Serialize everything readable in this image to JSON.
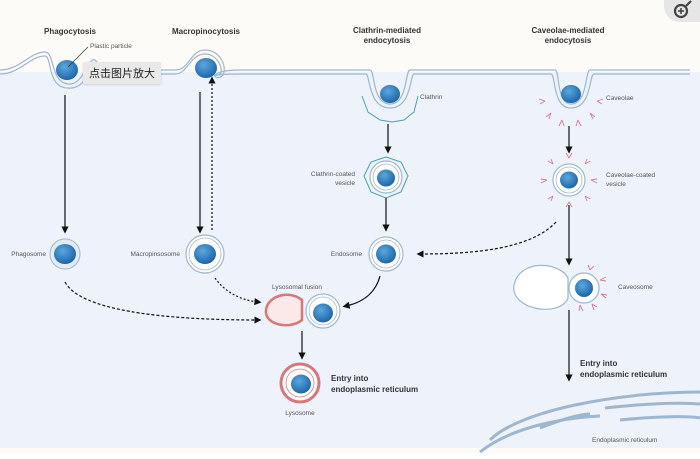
{
  "tooltip": "点击图片放大",
  "zoom_button": {
    "icon": "zoom-in-icon"
  },
  "titles": {
    "phagocytosis": "Phagocytosis",
    "macropinocytosis": "Macropinocytosis",
    "clathrin_1": "Clathrin-mediated",
    "clathrin_2": "endocytosis",
    "caveolae_1": "Caveolae-mediated",
    "caveolae_2": "endocytosis"
  },
  "labels": {
    "plastic_particle": "Plastic particle",
    "clathrin": "Clathrin",
    "caveolae": "Caveolae",
    "clathrin_coated_1": "Clathrin-coated",
    "clathrin_coated_2": "vesicle",
    "caveolae_coated_1": "Caveolae-coated",
    "caveolae_coated_2": "vesicle",
    "phagosome": "Phagosome",
    "macropinsosome": "Macropinsosome",
    "endosome": "Endosome",
    "caveosome": "Caveosome",
    "lysosomal_fusion": "Lysosomal fusion",
    "lysosome": "Lysosome",
    "entry_er_left_1": "Entry into",
    "entry_er_left_2": "endoplasmic reticulum",
    "entry_er_right_1": "Entry into",
    "entry_er_right_2": "endoplasmic reticulum",
    "er": "Endoplasmic reticulum"
  },
  "colors": {
    "cell_bg": "#edf2fb",
    "membrane": "#9fb6cf",
    "particle": "#2f7fc1",
    "clathrin": "#4aa3a8",
    "caveolae": "#d47a90",
    "lysosome": "#d9767a"
  }
}
